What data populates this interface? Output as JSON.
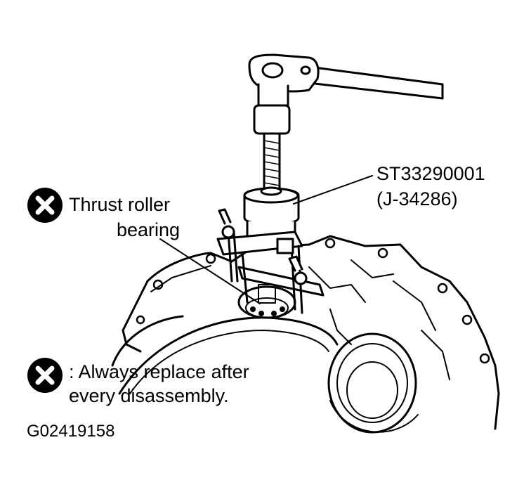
{
  "figure": {
    "tool_label": {
      "line1": "ST33290001",
      "line2": "(J-34286)"
    },
    "part_label": {
      "line1": "Thrust roller",
      "line2": "bearing"
    },
    "legend": {
      "line1": ": Always replace after",
      "line2": "every disassembly."
    },
    "figure_id": "G02419158",
    "symbol_icon": "x-circle-icon",
    "colors": {
      "ink": "#000000",
      "paper": "#ffffff"
    }
  }
}
